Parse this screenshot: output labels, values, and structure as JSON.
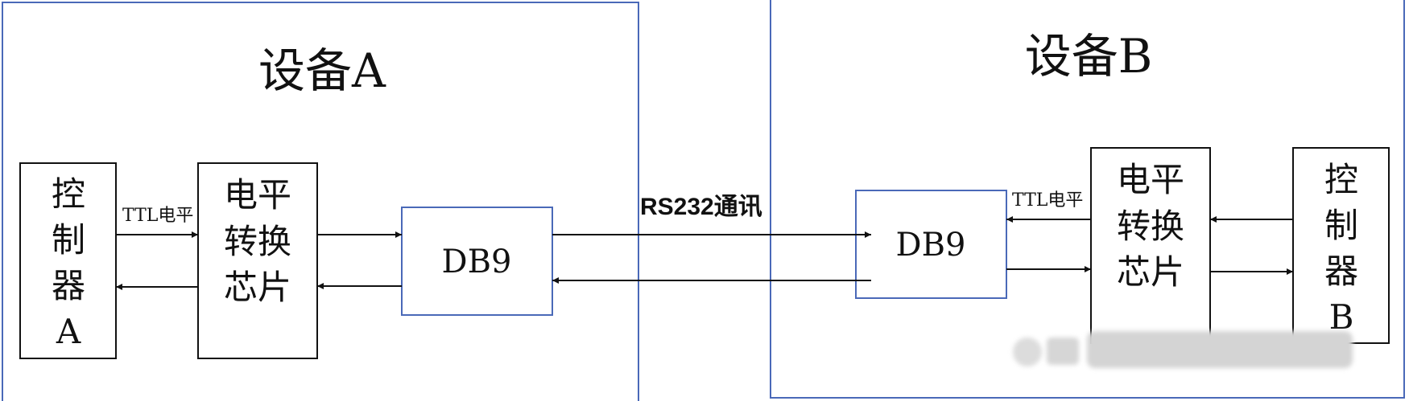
{
  "device_a": {
    "title": "设备A",
    "controller": [
      "控",
      "制",
      "器",
      "A"
    ],
    "level_converter": [
      "电平",
      "转换",
      "芯片"
    ],
    "connector": "DB9"
  },
  "device_b": {
    "title": "设备B",
    "controller": [
      "控",
      "制",
      "器",
      "B"
    ],
    "level_converter": [
      "电平",
      "转换",
      "芯片"
    ],
    "connector": "DB9"
  },
  "link_labels": {
    "ttl_a": "TTL电平",
    "ttl_b": "TTL电平",
    "rs232": "RS232通讯"
  },
  "colors": {
    "device_border": "#4a69b8",
    "db9_border": "#4a69b8",
    "block_border": "#111111",
    "arrow": "#111111",
    "text": "#111111",
    "watermark": "#d4d4d4"
  },
  "icons": {
    "arrowhead": "filled-triangle-arrowhead"
  }
}
